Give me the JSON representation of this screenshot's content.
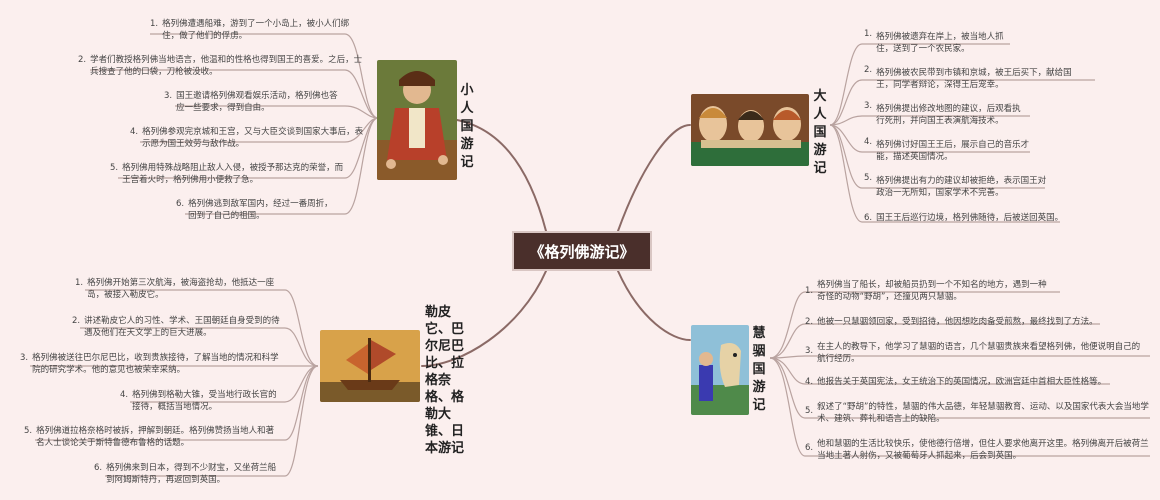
{
  "center": {
    "title": "《格列佛游记》"
  },
  "branches": [
    {
      "id": "lilliput",
      "title": "小人国游记",
      "items": [
        {
          "num": "1.",
          "text": "格列佛遭遇船难，游到了一个小岛上，被小人们绑住，做了他们的俘虏。"
        },
        {
          "num": "2.",
          "text": "学者们教授格列佛当地语言，他温和的性格也得到国王的喜爱。之后，士兵搜查了他的口袋，刀枪被没收。"
        },
        {
          "num": "3.",
          "text": "国王邀请格列佛观看娱乐活动，格列佛也答应一些要求，得到自由。"
        },
        {
          "num": "4.",
          "text": "格列佛参观完京城和王宫，又与大臣交谈到国家大事后，表示愿为国王效劳与敌作战。"
        },
        {
          "num": "5.",
          "text": "格列佛用特殊战略阻止敌人入侵，被授予那达克的荣誉，而王宫着火时，格列佛用小便救了急。"
        },
        {
          "num": "6.",
          "text": "格列佛逃到敌军国内，经过一番周折，回到了自己的祖国。"
        }
      ]
    },
    {
      "id": "brobdingnag",
      "title": "大人国游记",
      "items": [
        {
          "num": "1.",
          "text": "格列佛被遗弃在岸上，被当地人抓住，送到了一个农民家。"
        },
        {
          "num": "2.",
          "text": "格列佛被农民带到市镇和京城，被王后买下，献给国王，同学者辩论，深得王后宠幸。"
        },
        {
          "num": "3.",
          "text": "格列佛提出修改地图的建议，后观看执行死刑，并向国王表演航海技术。"
        },
        {
          "num": "4.",
          "text": "格列佛讨好国王王后，展示自己的音乐才能，描述英国情况。"
        },
        {
          "num": "5.",
          "text": "格列佛提出有力的建议却被拒绝，表示国王对政治一无所知，国家学术不完善。"
        },
        {
          "num": "6.",
          "text": "国王王后巡行边境，格列佛随待，后被送回英国。"
        }
      ]
    },
    {
      "id": "laputa",
      "title": "勒皮它、巴尔尼巴比、拉格奈格、格勒大锥、日本游记",
      "title_lines": [
        "勒皮",
        "它、巴",
        "尔尼巴",
        "比、拉",
        "格奈",
        "格、格",
        "勒大",
        "锥、日",
        "本游记"
      ],
      "items": [
        {
          "num": "1.",
          "text": "格列佛开始第三次航海，被海盗抢劫，他抵达一座岛，被接入勒皮它。"
        },
        {
          "num": "2.",
          "text": "讲述勒皮它人的习性、学术、王国朝廷自身受到的待遇及他们在天文学上的巨大进展。"
        },
        {
          "num": "3.",
          "text": "格列佛被送往巴尔尼巴比，收到贵族接待，了解当地的情况和科学院的研究学术。他的意见也被荣幸采纳。"
        },
        {
          "num": "4.",
          "text": "格列佛到格勒大锥，受当地行政长官的接待，概括当地情况。"
        },
        {
          "num": "5.",
          "text": "格列佛道拉格奈格时被拆，押解到朝廷。格列佛赞扬当地人和著名人士谈论关于斯特鲁德布鲁格的话题。"
        },
        {
          "num": "6.",
          "text": "格列佛来到日本，得到不少财宝，又坐荷兰船到阿姆斯特丹，再返回到英国。"
        }
      ]
    },
    {
      "id": "houyhnhnm",
      "title": "慧骃国游记",
      "items": [
        {
          "num": "1.",
          "text": "格列佛当了船长，却被船员扔到一个不知名的地方，遇到一种奇怪的动物“野胡”，还撞见两只慧骃。"
        },
        {
          "num": "2.",
          "text": "他被一只慧骃领回家，受到招待，他因想吃肉备受煎熬，最终找到了方法。"
        },
        {
          "num": "3.",
          "text": "在主人的教导下，他学习了慧骃的语言，几个慧骃贵族来看望格列佛，他便说明自己的航行经历。"
        },
        {
          "num": "4.",
          "text": "他报告关于英国宪法，女王统治下的英国情况，欧洲宫廷中首相大臣性格等。"
        },
        {
          "num": "5.",
          "text": "叙述了“野胡”的特性，慧骃的伟大品德，年轻慧骃教育、运动、以及国家代表大会当地学术、建筑、葬礼和语言上的缺陷。"
        },
        {
          "num": "6.",
          "text": "他和慧骃的生活比较快乐，使他德行倍增，但住人要求他离开这里。格列佛离开后被荷兰当地土著人射伤，又被葡萄牙人抓起来，后会到英国。"
        }
      ]
    }
  ],
  "colors": {
    "background": "#fbefee",
    "center_bg": "#4a2f2b",
    "link": "#8b6a66",
    "leaf": "#b9a3a0"
  }
}
